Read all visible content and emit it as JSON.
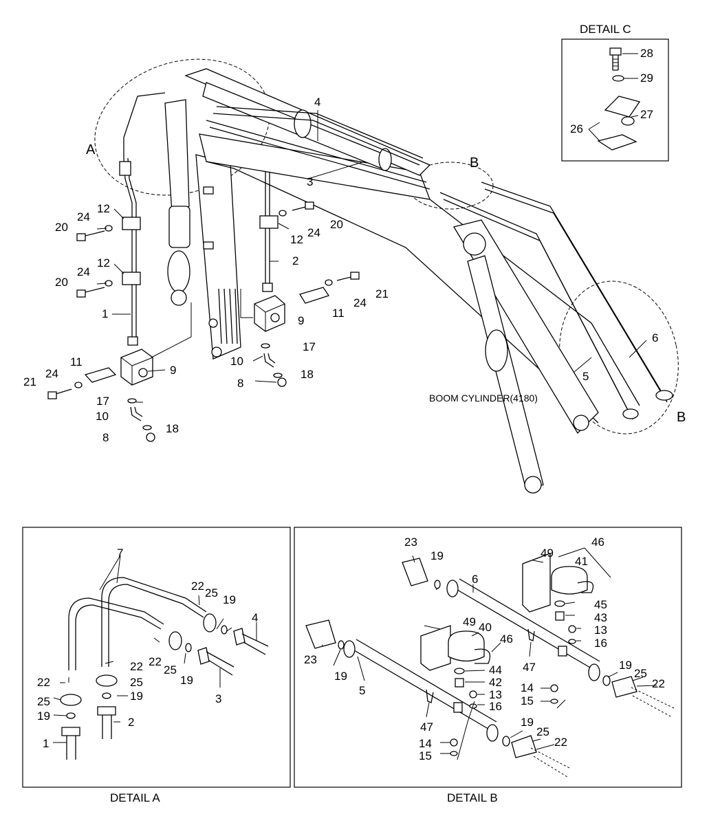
{
  "detail_titles": {
    "a": "DETAIL A",
    "b": "DETAIL B",
    "c": "DETAIL  C"
  },
  "callouts": {
    "a": "A",
    "b_top": "B",
    "b_side": "B"
  },
  "boom_cylinder_label": "BOOM CYLINDER(4180)",
  "main_part_numbers": {
    "n1": "1",
    "n2": "2",
    "n3": "3",
    "n4": "4",
    "n5": "5",
    "n6": "6",
    "n8a": "8",
    "n8b": "8",
    "n9a": "9",
    "n9b": "9",
    "n10a": "10",
    "n10b": "10",
    "n11a": "11",
    "n11b": "11",
    "n12a": "12",
    "n12b": "12",
    "n12c": "12",
    "n17a": "17",
    "n17b": "17",
    "n18a": "18",
    "n18b": "18",
    "n20a": "20",
    "n20b": "20",
    "n20c": "20",
    "n21a": "21",
    "n21b": "21",
    "n24a": "24",
    "n24b": "24",
    "n24c": "24",
    "n24d": "24",
    "n24e": "24"
  },
  "detail_c_numbers": {
    "n28": "28",
    "n29": "29",
    "n27": "27",
    "n26": "26"
  },
  "detail_a_numbers": {
    "n7": "7",
    "n22a": "22",
    "n25a": "25",
    "n19a": "19",
    "n4": "4",
    "n22b": "22",
    "n25b": "25",
    "n19b": "19",
    "n3": "3",
    "n22c": "22",
    "n25c": "25",
    "n19c": "19",
    "n2": "2",
    "n22d": "22",
    "n25d": "25",
    "n19d": "19",
    "n1": "1"
  },
  "detail_b_numbers": {
    "n23a": "23",
    "n19a": "19",
    "n6": "6",
    "n49a": "49",
    "n46a": "46",
    "n41": "41",
    "n45": "45",
    "n43": "43",
    "n13a": "13",
    "n16a": "16",
    "n47a": "47",
    "n19b": "19",
    "n25a": "25",
    "n22a": "22",
    "n14a": "14",
    "n15a": "15",
    "n23b": "23",
    "n19c": "19",
    "n5": "5",
    "n49b": "49",
    "n40": "40",
    "n46b": "46",
    "n44": "44",
    "n42": "42",
    "n13b": "13",
    "n16b": "16",
    "n47b": "47",
    "n19d": "19",
    "n25b": "25",
    "n22b": "22",
    "n14b": "14",
    "n15b": "15"
  }
}
